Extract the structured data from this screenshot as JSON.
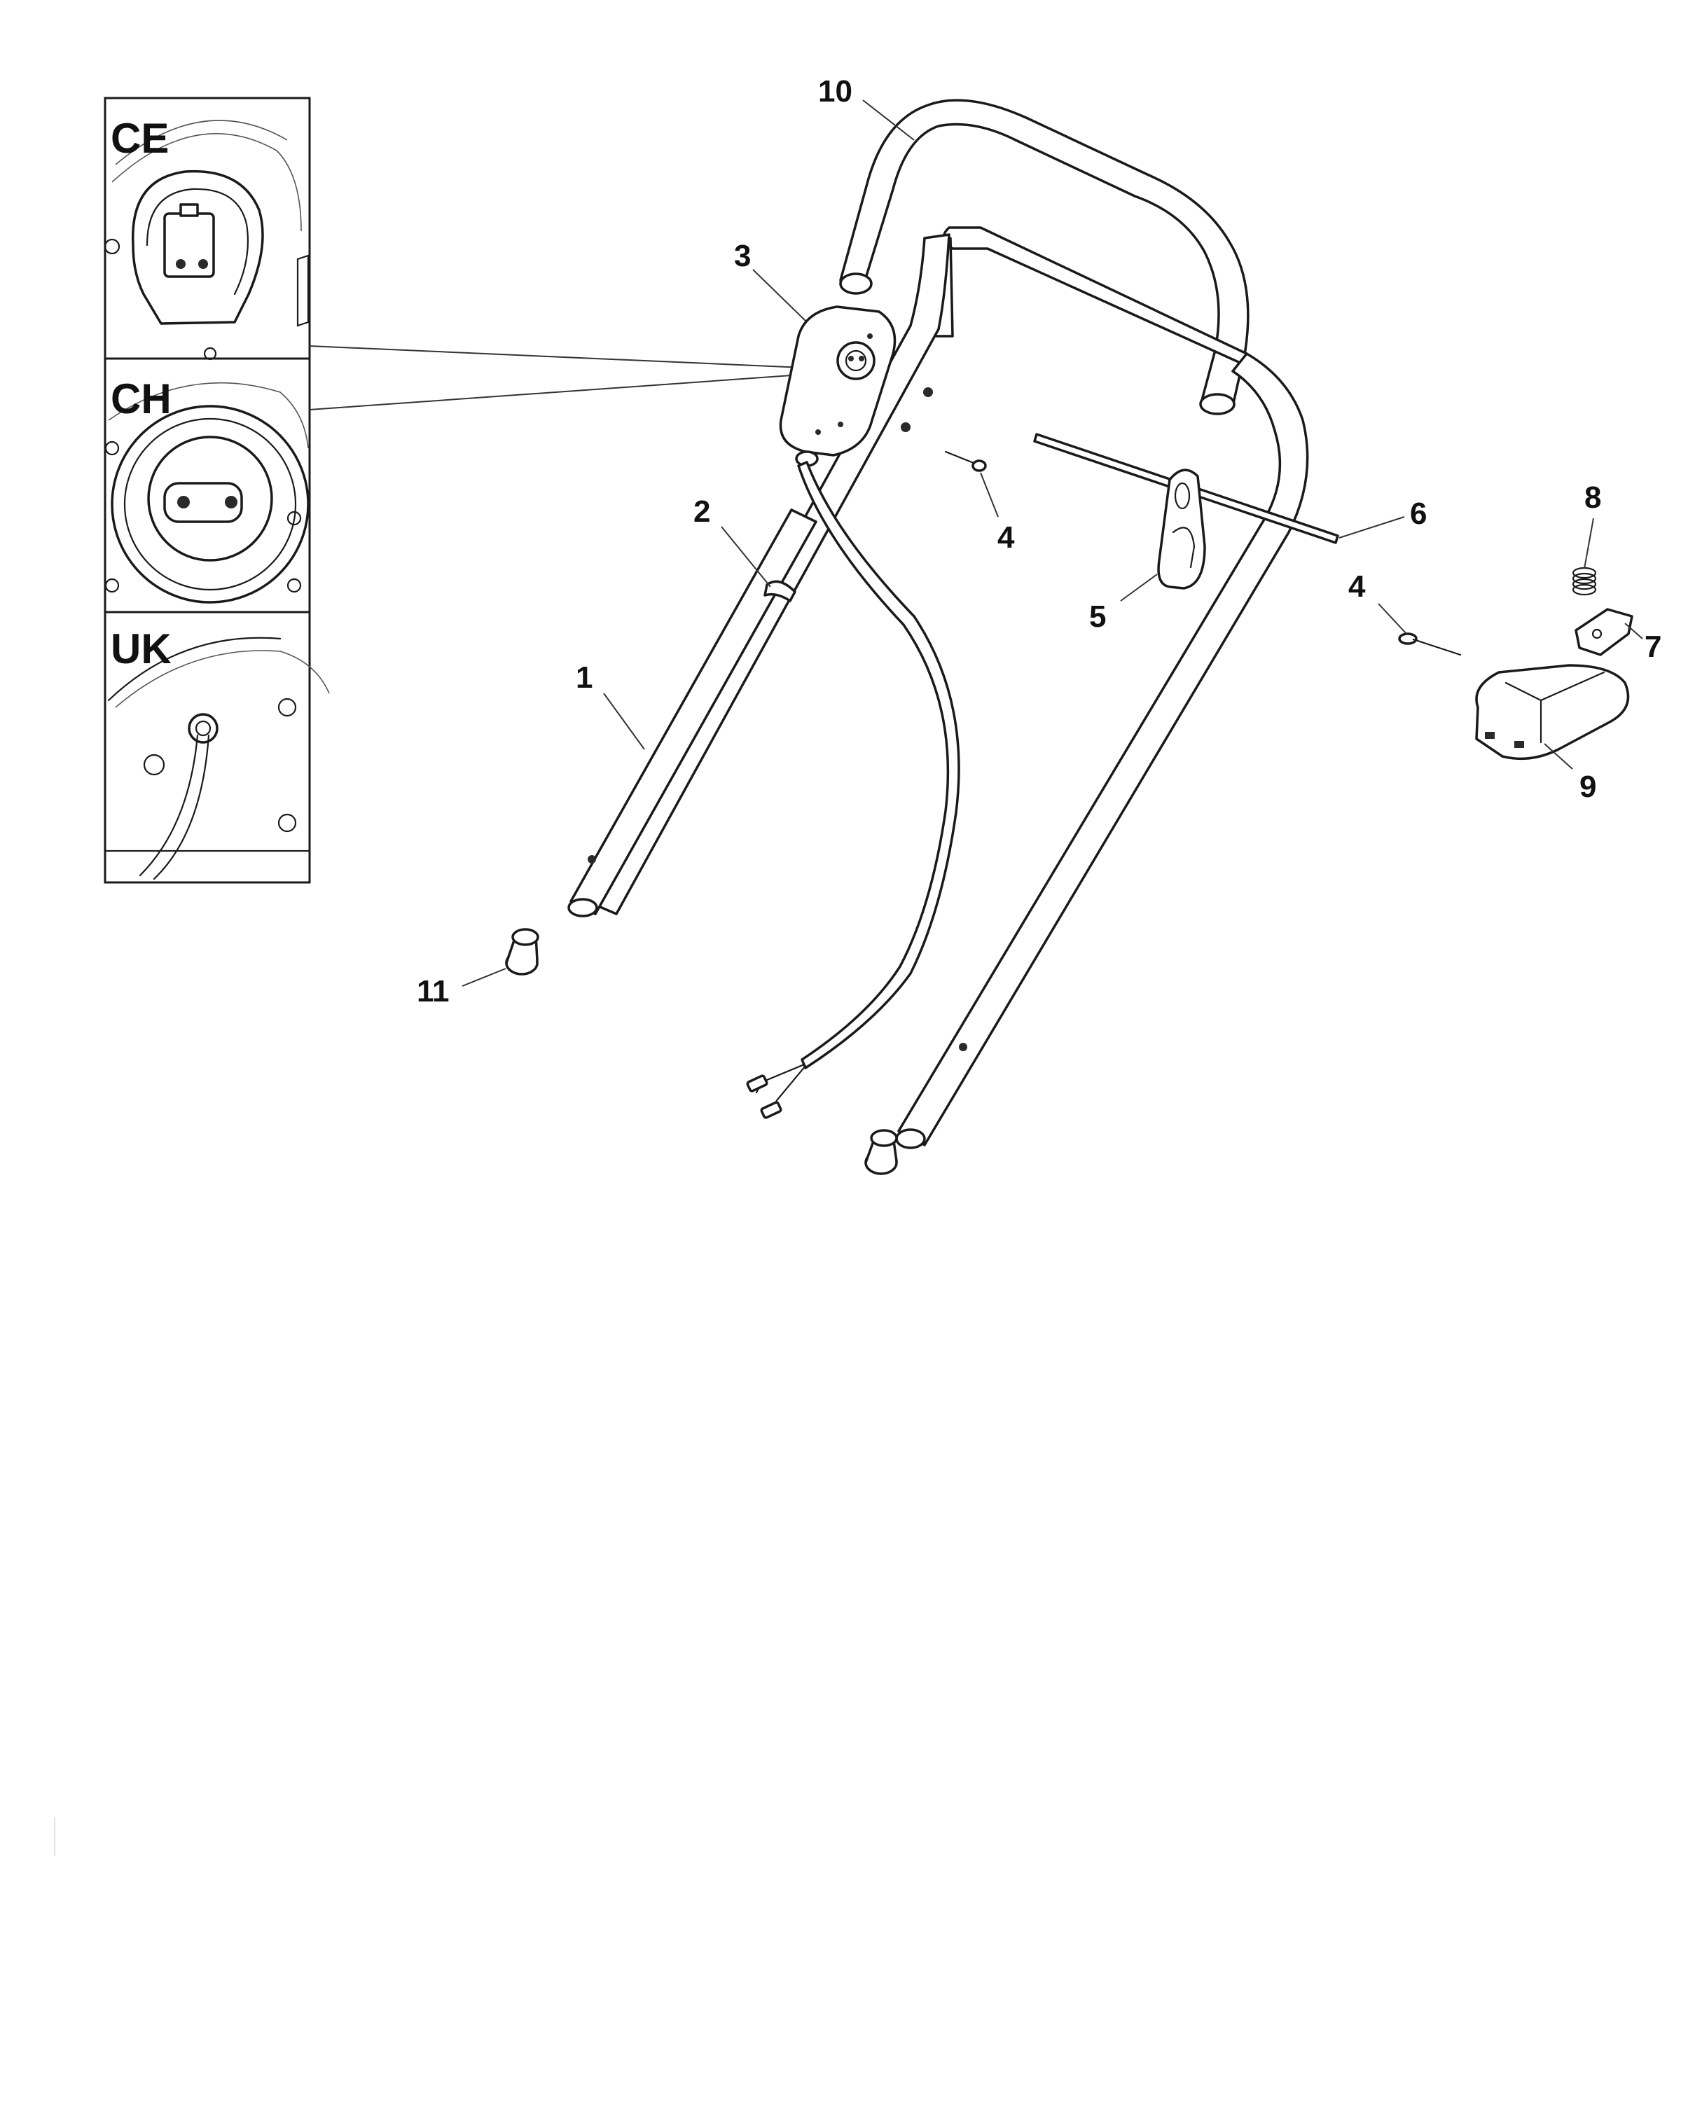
{
  "insets": [
    {
      "label": "CE"
    },
    {
      "label": "CH"
    },
    {
      "label": "UK"
    }
  ],
  "callouts": [
    {
      "number": "10"
    },
    {
      "number": "3"
    },
    {
      "number": "2"
    },
    {
      "number": "1"
    },
    {
      "number": "4"
    },
    {
      "number": "5"
    },
    {
      "number": "6"
    },
    {
      "number": "8"
    },
    {
      "number": "4"
    },
    {
      "number": "7"
    },
    {
      "number": "9"
    },
    {
      "number": "11"
    }
  ]
}
